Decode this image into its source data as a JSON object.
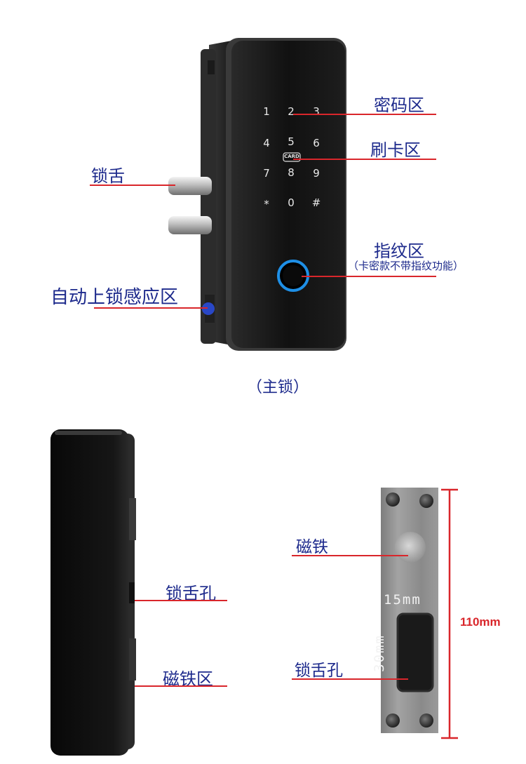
{
  "main_lock": {
    "caption": "（主锁）",
    "keypad": {
      "keys": [
        "1",
        "2",
        "3",
        "4",
        "5",
        "6",
        "7",
        "8",
        "9",
        "*",
        "0",
        "#"
      ],
      "card_badge": "CARD"
    },
    "labels": {
      "password_zone": "密码区",
      "card_zone": "刷卡区",
      "lock_tongue": "锁舌",
      "fingerprint_zone": "指纹区",
      "fingerprint_note": "（卡密款不带指纹功能）",
      "auto_lock_sensor": "自动上锁感应区"
    }
  },
  "side_lock": {
    "labels": {
      "tongue_hole": "锁舌孔",
      "magnet_zone": "磁铁区"
    }
  },
  "strike_plate": {
    "labels": {
      "magnet": "磁铁",
      "tongue_hole": "锁舌孔"
    },
    "dimensions": {
      "width": "15mm",
      "height": "30mm",
      "length": "110mm"
    }
  },
  "colors": {
    "label_blue": "#1d2a8c",
    "line_red": "#d9262b",
    "lock_body": "#151515",
    "plate_steel": "#8e8e8e"
  }
}
